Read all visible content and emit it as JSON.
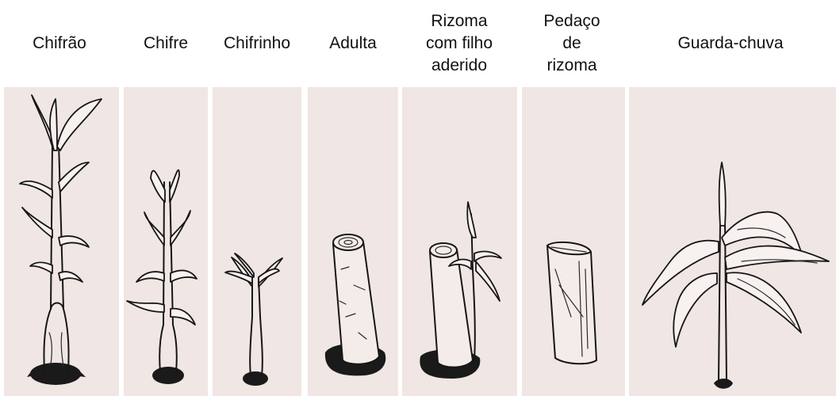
{
  "figure": {
    "labels": [
      "Chifrão",
      "Chifre",
      "Chifrinho",
      "Adulta",
      "Rizoma\ncom filho\naderido",
      "Pedaço\nde\nrizoma",
      "Guarda-chuva"
    ],
    "background_color": "#f0e6e3",
    "ink_color": "#161616"
  }
}
